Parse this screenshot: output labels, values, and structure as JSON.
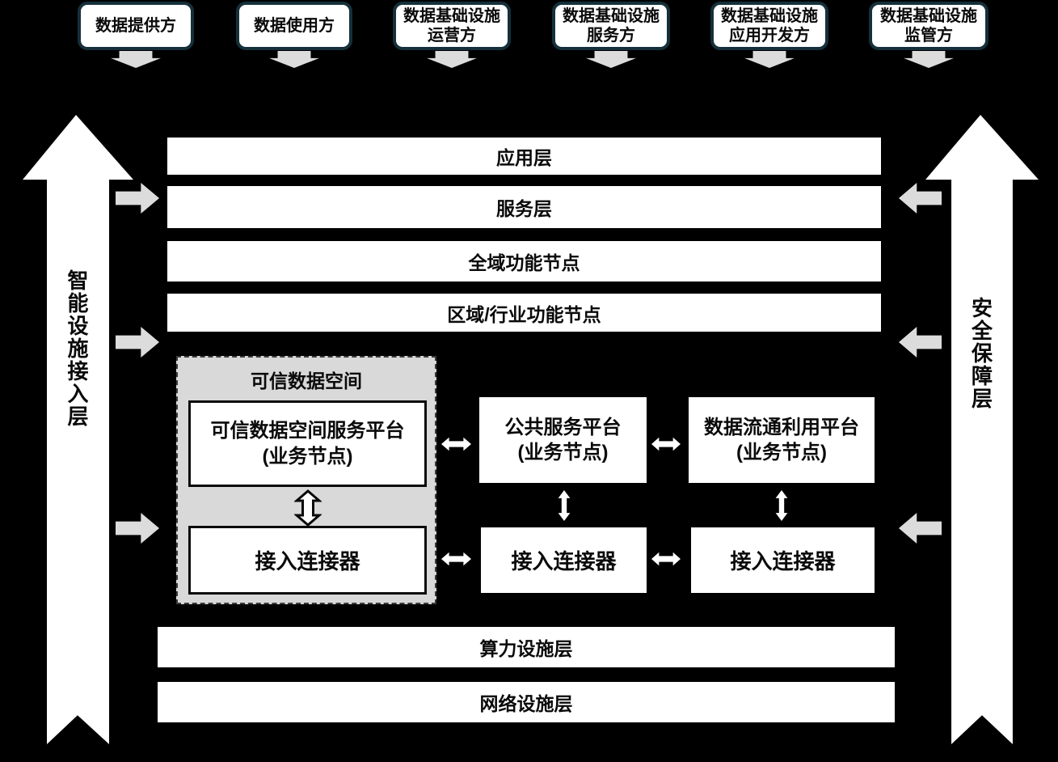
{
  "colors": {
    "background": "#000000",
    "role_box_border": "#15303a",
    "gray_panel": "#d9d9d9",
    "gray_arrow": "#dcdcdc",
    "box_fill": "#ffffff",
    "text": "#0a0a0a"
  },
  "top_roles": [
    {
      "label": "数据提供方"
    },
    {
      "label": "数据使用方"
    },
    {
      "label": "数据基础设施\n运营方"
    },
    {
      "label": "数据基础设施\n服务方"
    },
    {
      "label": "数据基础设施\n应用开发方"
    },
    {
      "label": "数据基础设施\n监管方"
    }
  ],
  "side_layers": {
    "left": "智能设施接入层",
    "right": "安全保障层"
  },
  "upper_layers": [
    {
      "label": "应用层"
    },
    {
      "label": "服务层"
    },
    {
      "label": "全域功能节点"
    },
    {
      "label": "区域/行业功能节点"
    }
  ],
  "trusted_data_space": {
    "title": "可信数据空间",
    "platform": "可信数据空间服务平台\n(业务节点)",
    "connector": "接入连接器"
  },
  "platform_columns": [
    {
      "platform": "公共服务平台\n(业务节点)",
      "connector": "接入连接器"
    },
    {
      "platform": "数据流通利用平台\n(业务节点)",
      "connector": "接入连接器"
    }
  ],
  "lower_layers": [
    {
      "label": "算力设施层"
    },
    {
      "label": "网络设施层"
    }
  ]
}
